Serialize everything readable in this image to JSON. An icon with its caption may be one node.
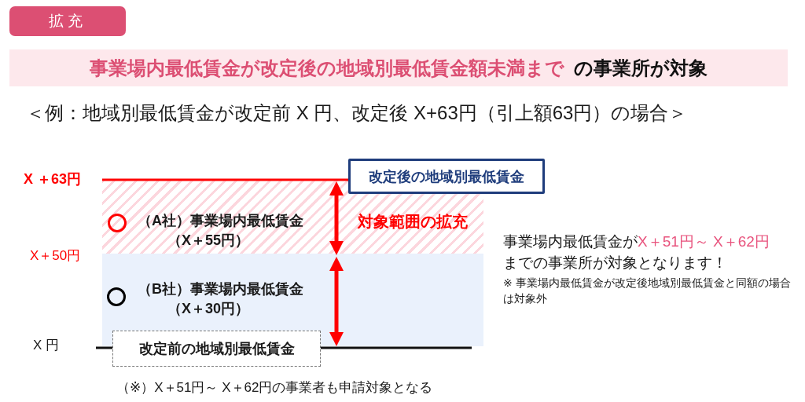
{
  "diagram": {
    "nodes": [
      {
        "text": [
          "拡充"
        ]
      },
      {
        "text": [
          "事業場内最低賃金が改定後の地域別最低賃金額未満まで",
          "の事業所が対象"
        ]
      },
      {
        "text": [
          "改定後の地域別最低賃金"
        ]
      },
      {
        "text": [
          "（A社）事業場内最低賃金",
          "（X＋55円）",
          "対象範囲の拡充"
        ]
      },
      {
        "text": [
          "（B社）事業場内最低賃金",
          "（X＋30円）"
        ]
      },
      {
        "text": [
          "改定前の地域別最低賃金"
        ]
      }
    ],
    "labels": [
      "＜例：地域別最低賃金が改定前 X 円、改定後 X+63円（引上額63円）の場合＞",
      "X ＋63円",
      "X＋50円",
      "X 円",
      "事業場内最低賃金が",
      "X＋51円～ X＋62円",
      "までの事業所が対象となります！",
      "※ 事業場内最低賃金が改定後地域別最低賃金と同額の場合は対象外",
      "（※）X＋51円～ X＋62円の事業者も申請対象となる"
    ]
  }
}
